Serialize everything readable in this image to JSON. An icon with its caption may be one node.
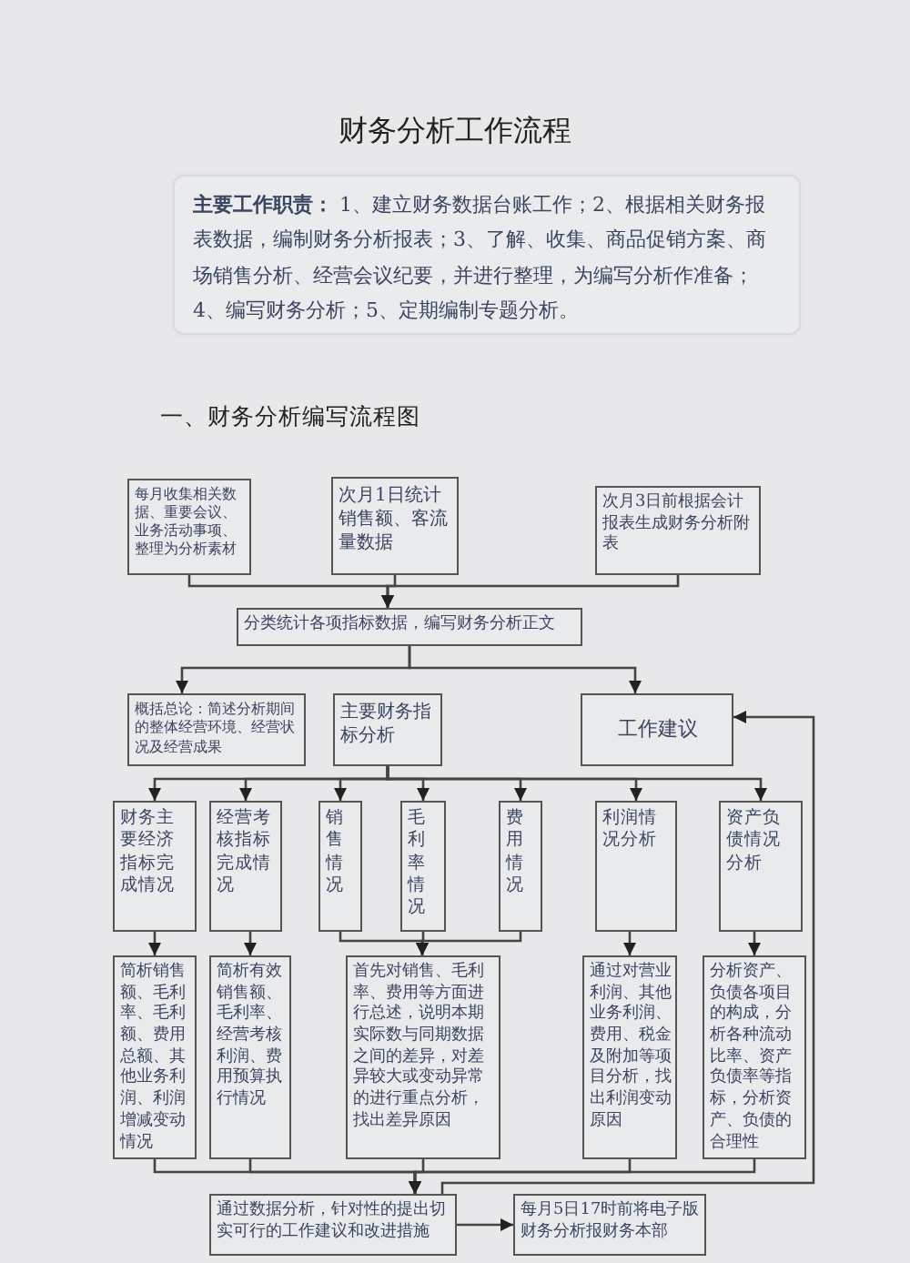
{
  "diagram": {
    "title": "财务分析工作流程",
    "nodes": [
      {
        "text": [
          "**主要工作职责：** 1、建立财务数据台账工作；2、根据相关财务报表数据，编制财务分析报表；3、了解、收集、商品促销方案、商场销售分析、经营会议纪要，并进行整理，为编写分析作准备；4、编写财务分析；5、定期编制专题分析。"
        ]
      },
      {
        "text": [
          "每月收集相关数据、重要会议、业务活动事项、整理为分析素材"
        ]
      },
      {
        "text": [
          "次月1日统计销售额、客流量数据"
        ]
      },
      {
        "text": [
          "次月3日前根据会计报表生成财务分析附表"
        ]
      },
      {
        "text": [
          "分类统计各项指标数据，编写财务分析正文"
        ]
      },
      {
        "text": [
          "概括总论：简述分析期间的整体经营环境、经营状况及经营成果"
        ]
      },
      {
        "text": [
          "主要财务指标分析"
        ]
      },
      {
        "text": [
          "工作建议"
        ]
      },
      {
        "text": [
          "财务主要经济指标完成情况"
        ]
      },
      {
        "text": [
          "经营考核指标完成情况"
        ]
      },
      {
        "text": [
          "销售情况"
        ]
      },
      {
        "text": [
          "毛利率情况"
        ]
      },
      {
        "text": [
          "费用情况"
        ]
      },
      {
        "text": [
          "利润情况分析"
        ]
      },
      {
        "text": [
          "资产负债情况分析"
        ]
      },
      {
        "text": [
          "简析销售额、毛利率、毛利额、费用总额、其他业务利润、利润增减变动情况"
        ]
      },
      {
        "text": [
          "简析有效销售额、毛利率、经营考核利润、费用预算执行情况"
        ]
      },
      {
        "text": [
          "首先对销售、毛利率、费用等方面进行总述，说明本期实际数与同期数据之间的差异，对差异较大或变动异常的进行重点分析，找出差异原因"
        ]
      },
      {
        "text": [
          "通过对营业利润、其他业务利润、费用、税金及附加等项目分析，找出利润变动原因"
        ]
      },
      {
        "text": [
          "分析资产、负债各项目的构成，分析各种流动比率、资产负债率等指标，分析资产、负债的合理性"
        ]
      },
      {
        "text": [
          "通过数据分析，针对性的提出切实可行的工作建议和改进措施"
        ]
      },
      {
        "text": [
          "每月5日17时前将电子版财务分析报财务本部"
        ]
      }
    ],
    "edges": [
      {
        "from": 1,
        "to": 4,
        "arrow": "to"
      },
      {
        "from": 2,
        "to": 4,
        "arrow": "to"
      },
      {
        "from": 3,
        "to": 4,
        "arrow": "to"
      },
      {
        "from": 4,
        "to": 5,
        "arrow": "to"
      },
      {
        "from": 4,
        "to": 7,
        "arrow": "to"
      },
      {
        "from": 6,
        "to": 8,
        "arrow": "to"
      },
      {
        "from": 6,
        "to": 9,
        "arrow": "to"
      },
      {
        "from": 6,
        "to": 10,
        "arrow": "to"
      },
      {
        "from": 6,
        "to": 11,
        "arrow": "to"
      },
      {
        "from": 6,
        "to": 12,
        "arrow": "to"
      },
      {
        "from": 6,
        "to": 13,
        "arrow": "to"
      },
      {
        "from": 6,
        "to": 14,
        "arrow": "to"
      },
      {
        "from": 8,
        "to": 15,
        "arrow": "to"
      },
      {
        "from": 9,
        "to": 16,
        "arrow": "to"
      },
      {
        "from": 10,
        "to": 17,
        "arrow": "to"
      },
      {
        "from": 11,
        "to": 17,
        "arrow": "to"
      },
      {
        "from": 12,
        "to": 17,
        "arrow": "to"
      },
      {
        "from": 13,
        "to": 18,
        "arrow": "to"
      },
      {
        "from": 14,
        "to": 19,
        "arrow": "to"
      },
      {
        "from": 15,
        "to": 20,
        "arrow": "to"
      },
      {
        "from": 16,
        "to": 20,
        "arrow": "to"
      },
      {
        "from": 17,
        "to": 20,
        "arrow": "to"
      },
      {
        "from": 18,
        "to": 20,
        "arrow": "to"
      },
      {
        "from": 19,
        "to": 20,
        "arrow": "to"
      },
      {
        "from": 20,
        "to": 21,
        "arrow": "to"
      },
      {
        "from": 20,
        "to": 7,
        "arrow": "to"
      }
    ],
    "labels": [
      "一、财务分析编写流程图"
    ]
  }
}
